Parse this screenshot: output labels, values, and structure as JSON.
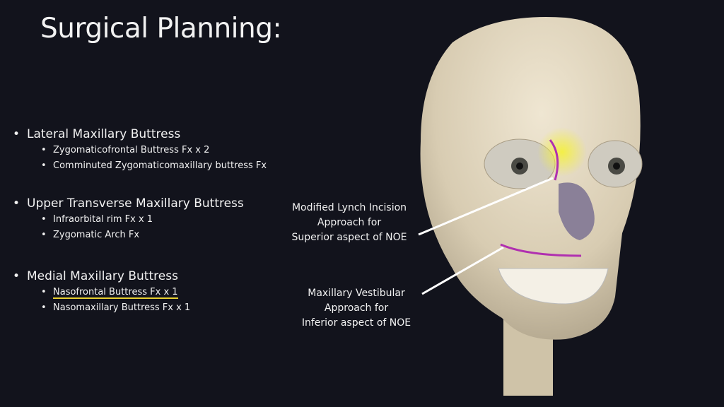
{
  "title": "Surgical Planning:",
  "sections": [
    {
      "heading": "Lateral Maxillary Buttress",
      "items": [
        "Zygomaticofrontal Buttress Fx x 2",
        "Comminuted Zygomaticomaxillary buttress Fx"
      ]
    },
    {
      "heading": "Upper Transverse Maxillary Buttress",
      "items": [
        "Infraorbital rim Fx x 1",
        "Zygomatic Arch Fx"
      ]
    },
    {
      "heading": "Medial Maxillary Buttress",
      "items": [
        "Nasofrontal Buttress Fx x 1",
        "Nasomaxillary Buttress Fx x 1"
      ]
    }
  ],
  "annotations": {
    "superior": [
      "Modified Lynch Incision",
      "Approach for",
      "Superior aspect of NOE"
    ],
    "inferior": [
      "Maxillary Vestibular",
      "Approach for",
      "Inferior aspect of NOE"
    ]
  },
  "colors": {
    "background": "#12131c",
    "highlight": "#e8d030",
    "incision": "#b030b0"
  }
}
